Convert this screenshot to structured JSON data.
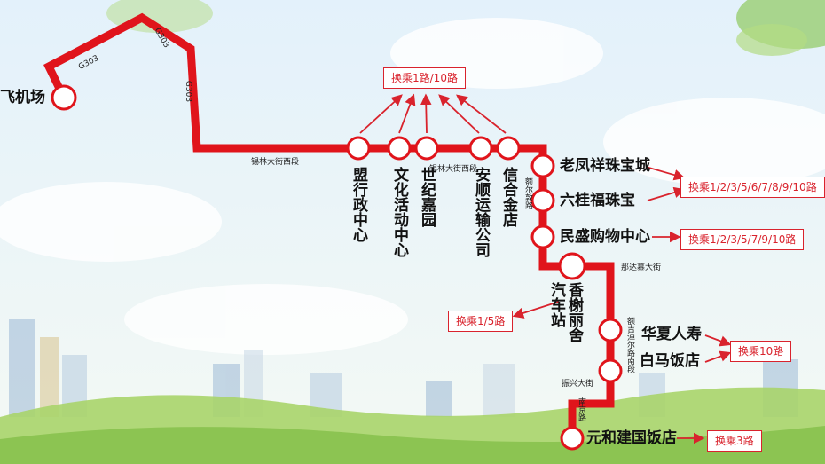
{
  "colors": {
    "route": "#e0141b",
    "sky": "#eaf5fb",
    "grass": "#a8d46a",
    "transfer": "#d9232d"
  },
  "stations": [
    {
      "name": "飞机场"
    },
    {
      "name": "盟行政中心"
    },
    {
      "name": "文化活动中心"
    },
    {
      "name": "世纪嘉园"
    },
    {
      "name": "安顺运输公司"
    },
    {
      "name": "信合金店"
    },
    {
      "name": "老凤祥珠宝城"
    },
    {
      "name": "六桂福珠宝"
    },
    {
      "name": "民盛购物中心"
    },
    {
      "name": "香榭丽舍"
    },
    {
      "name": "汽车站"
    },
    {
      "name": "华夏人寿"
    },
    {
      "name": "白马饭店"
    },
    {
      "name": "元和建国饭店"
    }
  ],
  "roads": {
    "g303_a": "G303",
    "g303_b": "G303",
    "g303_c": "G303",
    "xilin_w1": "锡林大街西段",
    "xilin_w2": "锡林大街西段",
    "eerduo": "额尔敦路",
    "nadamu": "那达慕大街",
    "ejinor": "额吉淖尔路南段",
    "zhenxing": "振兴大街",
    "nanjing": "南京路"
  },
  "transfers": {
    "t1": "换乘1路/10路",
    "t2": "换乘1/2/3/5/6/7/8/9/10路",
    "t3": "换乘1/2/3/5/7/9/10路",
    "t4": "换乘1/5路",
    "t5": "换乘10路",
    "t6": "换乘3路"
  }
}
